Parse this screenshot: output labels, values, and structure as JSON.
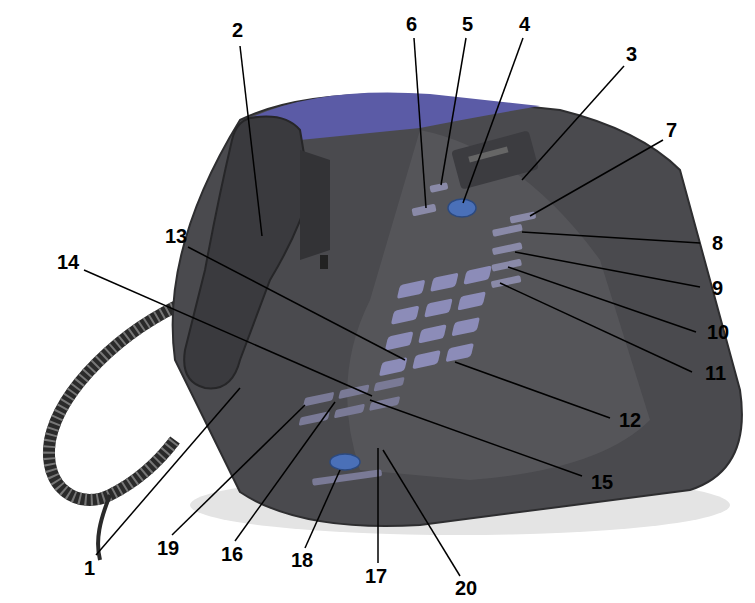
{
  "diagram": {
    "labels": [
      "2",
      "6",
      "5",
      "4",
      "3",
      "7",
      "13",
      "14",
      "8",
      "9",
      "10",
      "11",
      "12",
      "15",
      "1",
      "19",
      "16",
      "18",
      "17",
      "20"
    ]
  }
}
